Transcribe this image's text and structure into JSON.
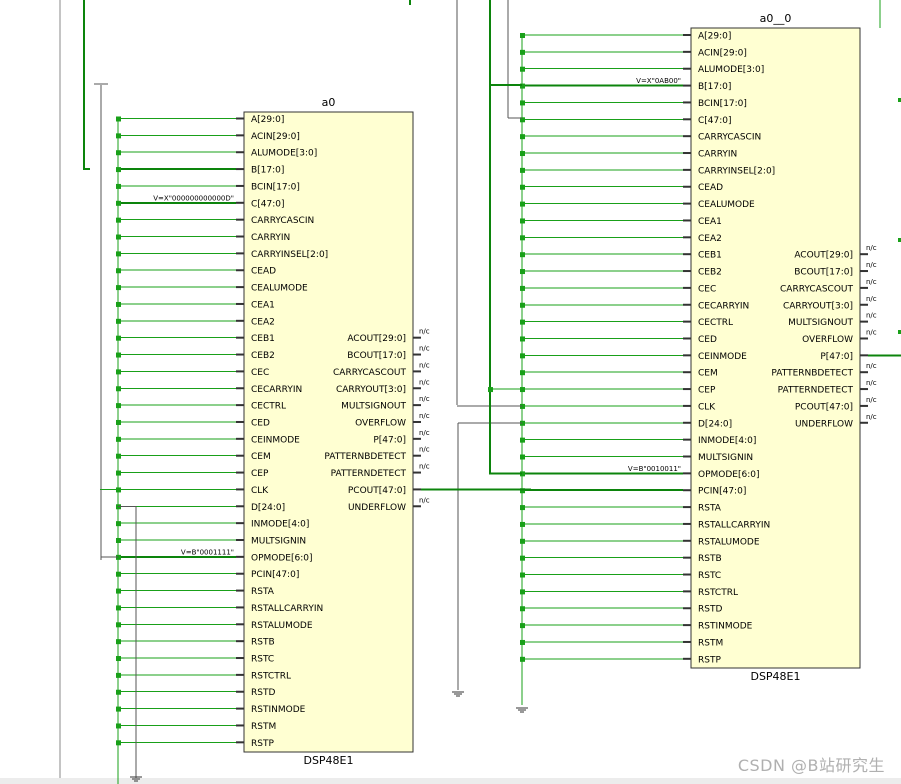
{
  "watermark": "CSDN @B站研究生",
  "nc_label": "n/c",
  "colors": {
    "wire": "#19a019",
    "wire_bold": "#0c840c",
    "block_fill": "#ffffd2",
    "block_stroke": "#333333",
    "text": "#000000"
  },
  "blocks": [
    {
      "id": "a0",
      "name": "a0",
      "type": "DSP48E1",
      "inputs": [
        "A[29:0]",
        "ACIN[29:0]",
        "ALUMODE[3:0]",
        "B[17:0]",
        "BCIN[17:0]",
        "C[47:0]",
        "CARRYCASCIN",
        "CARRYIN",
        "CARRYINSEL[2:0]",
        "CEAD",
        "CEALUMODE",
        "CEA1",
        "CEA2",
        "CEB1",
        "CEB2",
        "CEC",
        "CECARRYIN",
        "CECTRL",
        "CED",
        "CEINMODE",
        "CEM",
        "CEP",
        "CLK",
        "D[24:0]",
        "INMODE[4:0]",
        "MULTSIGNIN",
        "OPMODE[6:0]",
        "PCIN[47:0]",
        "RSTA",
        "RSTALLCARRYIN",
        "RSTALUMODE",
        "RSTB",
        "RSTC",
        "RSTCTRL",
        "RSTD",
        "RSTINMODE",
        "RSTM",
        "RSTP"
      ],
      "outputs": [
        {
          "label": "ACOUT[29:0]",
          "nc": true
        },
        {
          "label": "BCOUT[17:0]",
          "nc": true
        },
        {
          "label": "CARRYCASCOUT",
          "nc": true
        },
        {
          "label": "CARRYOUT[3:0]",
          "nc": true
        },
        {
          "label": "MULTSIGNOUT",
          "nc": true
        },
        {
          "label": "OVERFLOW",
          "nc": true
        },
        {
          "label": "P[47:0]",
          "nc": true
        },
        {
          "label": "PATTERNBDETECT",
          "nc": true
        },
        {
          "label": "PATTERNDETECT",
          "nc": true
        },
        {
          "label": "PCOUT[47:0]",
          "nc": false
        },
        {
          "label": "UNDERFLOW",
          "nc": true
        }
      ],
      "constants": [
        {
          "pin": "C[47:0]",
          "value": "V=X\"000000000000D\""
        },
        {
          "pin": "OPMODE[6:0]",
          "value": "V=B\"0001111\""
        }
      ]
    },
    {
      "id": "a0_0",
      "name": "a0__0",
      "type": "DSP48E1",
      "inputs": [
        "A[29:0]",
        "ACIN[29:0]",
        "ALUMODE[3:0]",
        "B[17:0]",
        "BCIN[17:0]",
        "C[47:0]",
        "CARRYCASCIN",
        "CARRYIN",
        "CARRYINSEL[2:0]",
        "CEAD",
        "CEALUMODE",
        "CEA1",
        "CEA2",
        "CEB1",
        "CEB2",
        "CEC",
        "CECARRYIN",
        "CECTRL",
        "CED",
        "CEINMODE",
        "CEM",
        "CEP",
        "CLK",
        "D[24:0]",
        "INMODE[4:0]",
        "MULTSIGNIN",
        "OPMODE[6:0]",
        "PCIN[47:0]",
        "RSTA",
        "RSTALLCARRYIN",
        "RSTALUMODE",
        "RSTB",
        "RSTC",
        "RSTCTRL",
        "RSTD",
        "RSTINMODE",
        "RSTM",
        "RSTP"
      ],
      "outputs": [
        {
          "label": "ACOUT[29:0]",
          "nc": true
        },
        {
          "label": "BCOUT[17:0]",
          "nc": true
        },
        {
          "label": "CARRYCASCOUT",
          "nc": true
        },
        {
          "label": "CARRYOUT[3:0]",
          "nc": true
        },
        {
          "label": "MULTSIGNOUT",
          "nc": true
        },
        {
          "label": "OVERFLOW",
          "nc": true
        },
        {
          "label": "P[47:0]",
          "nc": false
        },
        {
          "label": "PATTERNBDETECT",
          "nc": true
        },
        {
          "label": "PATTERNDETECT",
          "nc": true
        },
        {
          "label": "PCOUT[47:0]",
          "nc": true
        },
        {
          "label": "UNDERFLOW",
          "nc": true
        }
      ],
      "constants": [
        {
          "pin": "B[17:0]",
          "value": "V=X\"0AB00\""
        },
        {
          "pin": "OPMODE[6:0]",
          "value": "V=B\"0010011\""
        }
      ]
    }
  ]
}
